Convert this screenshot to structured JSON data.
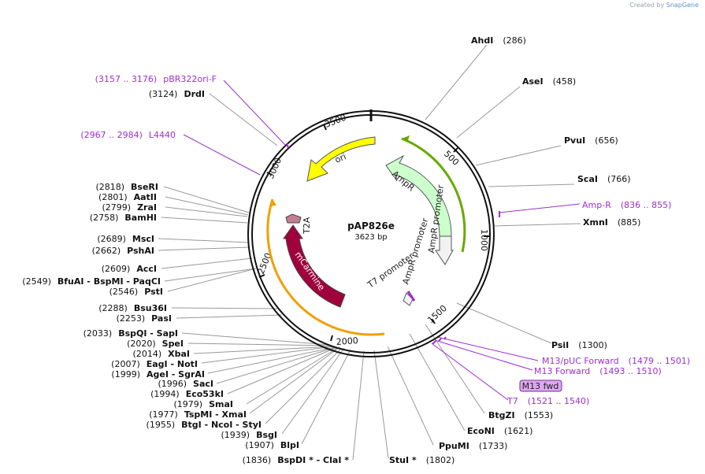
{
  "watermark": {
    "prefix": "Created by",
    "brand": "SnapGene"
  },
  "plasmid": {
    "name": "pAP826e",
    "length_label": "3623 bp"
  },
  "ticks": [
    "500",
    "1000",
    "1500",
    "2000",
    "2500",
    "3000",
    "3500"
  ],
  "features": {
    "ori": "ori",
    "ampr": "AmpR",
    "ampr_promoter_1": "AmpR promoter",
    "ampr_promoter_2": "AmpR promoter",
    "t7_promoter": "T7 promoter",
    "mcarmine": "mCarmine",
    "t2a": "T2A"
  },
  "primer_badge": "M13 fwd",
  "sites": [
    {
      "pos": "(286)",
      "name": "AhdI",
      "side": "right"
    },
    {
      "pos": "(458)",
      "name": "AseI",
      "side": "right"
    },
    {
      "pos": "(656)",
      "name": "PvuI",
      "side": "right"
    },
    {
      "pos": "(766)",
      "name": "ScaI",
      "side": "right"
    },
    {
      "pos": "(885)",
      "name": "XmnI",
      "side": "right"
    },
    {
      "pos": "(1300)",
      "name": "PsiI",
      "side": "right"
    },
    {
      "pos": "(1553)",
      "name": "BtgZI",
      "side": "right"
    },
    {
      "pos": "(1621)",
      "name": "EcoNI",
      "side": "right"
    },
    {
      "pos": "(1733)",
      "name": "PpuMI",
      "side": "right"
    },
    {
      "pos": "(1802)",
      "name": "StuI *",
      "side": "right"
    },
    {
      "pos": "(1836)",
      "name": "BspDI * - ClaI *",
      "side": "left"
    },
    {
      "pos": "(1907)",
      "name": "BlpI",
      "side": "left"
    },
    {
      "pos": "(1939)",
      "name": "BsgI",
      "side": "left"
    },
    {
      "pos": "(1955)",
      "name": "BtgI - NcoI - StyI",
      "side": "left"
    },
    {
      "pos": "(1977)",
      "name": "TspMI - XmaI",
      "side": "left"
    },
    {
      "pos": "(1979)",
      "name": "SmaI",
      "side": "left"
    },
    {
      "pos": "(1994)",
      "name": "Eco53kI",
      "side": "left"
    },
    {
      "pos": "(1996)",
      "name": "SacI",
      "side": "left"
    },
    {
      "pos": "(1999)",
      "name": "AgeI - SgrAI",
      "side": "left"
    },
    {
      "pos": "(2007)",
      "name": "EagI - NotI",
      "side": "left"
    },
    {
      "pos": "(2014)",
      "name": "XbaI",
      "side": "left"
    },
    {
      "pos": "(2020)",
      "name": "SpeI",
      "side": "left"
    },
    {
      "pos": "(2033)",
      "name": "BspQI - SapI",
      "side": "left"
    },
    {
      "pos": "(2253)",
      "name": "PasI",
      "side": "left"
    },
    {
      "pos": "(2288)",
      "name": "Bsu36I",
      "side": "left"
    },
    {
      "pos": "(2546)",
      "name": "PstI",
      "side": "left"
    },
    {
      "pos": "(2549)",
      "name": "BfuAI - BspMI - PaqCI",
      "side": "left"
    },
    {
      "pos": "(2609)",
      "name": "AccI",
      "side": "left"
    },
    {
      "pos": "(2662)",
      "name": "PshAI",
      "side": "left"
    },
    {
      "pos": "(2689)",
      "name": "MscI",
      "side": "left"
    },
    {
      "pos": "(2758)",
      "name": "BamHI",
      "side": "left"
    },
    {
      "pos": "(2799)",
      "name": "ZraI",
      "side": "left"
    },
    {
      "pos": "(2801)",
      "name": "AatII",
      "side": "left"
    },
    {
      "pos": "(2818)",
      "name": "BseRI",
      "side": "left"
    },
    {
      "pos": "(3124)",
      "name": "DrdI",
      "side": "left"
    }
  ],
  "primers": [
    {
      "name": "pBR322ori-F",
      "range": "(3157 .. 3176)"
    },
    {
      "name": "L4440",
      "range": "(2967 .. 2984)"
    },
    {
      "name": "Amp-R",
      "range": "(836 .. 855)"
    },
    {
      "name": "M13/pUC Forward",
      "range": "(1479 .. 1501)"
    },
    {
      "name": "M13 Forward",
      "range": "(1493 .. 1510)"
    },
    {
      "name": "T7",
      "range": "(1521 .. 1540)"
    }
  ],
  "colors": {
    "backbone": "#111111",
    "ori": "#ffff00",
    "ampr": "#ccffcc",
    "ampr_line": "#66aa00",
    "mcarmine": "#a0003c",
    "orange_line": "#f0a000",
    "primer": "#9c2fd1",
    "t2a": "#c08090",
    "site_line": "#999999"
  }
}
